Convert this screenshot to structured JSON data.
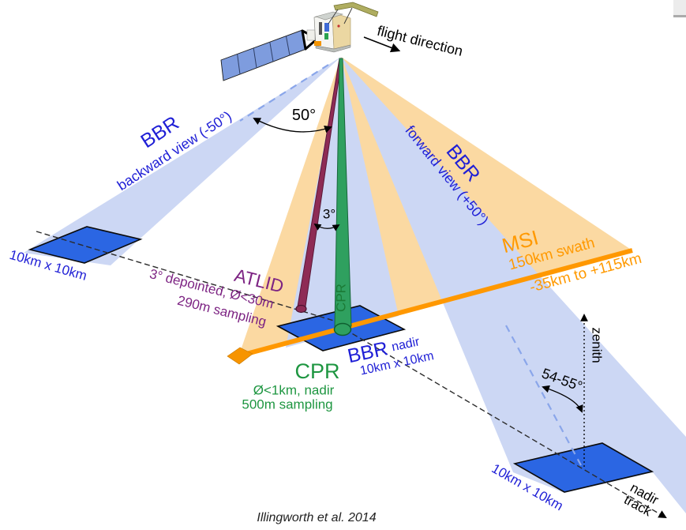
{
  "caption": "Illingworth et al. 2014",
  "satellite": {
    "flight_direction": "flight direction"
  },
  "bbr_backward": {
    "title": "BBR",
    "subtitle": "backward view (-50°)"
  },
  "bbr_forward": {
    "title": "BBR",
    "subtitle": "forward view (+50°)"
  },
  "bbr_nadir": {
    "title": "BBR",
    "subtitle": "nadir",
    "size": "10km x 10km"
  },
  "msi": {
    "title": "MSI",
    "subtitle": "150km swath",
    "range": "-35km to +115km"
  },
  "atlid": {
    "title": "ATLID",
    "detail1": "3° depointed, Ø<30m",
    "detail2": "290m sampling"
  },
  "cpr": {
    "beam_label": "CPR",
    "title": "CPR",
    "detail1": "Ø<1km, nadir",
    "detail2": "500m sampling"
  },
  "angles": {
    "backward_to_nadir": "50°",
    "atlid_depoint": "3°",
    "forward_off_zenith": "54-55°"
  },
  "footprints": {
    "left": "10km x 10km",
    "right": "10km x 10km"
  },
  "axes": {
    "zenith": "zenith",
    "nadir_track_line1": "nadir",
    "nadir_track_line2": "track"
  },
  "colors": {
    "beam_blue": "#ccd7f4",
    "beam_orange": "#fbd9a2",
    "swath_orange": "#ff9800",
    "footprint_blue": "#2b66e3",
    "atlid_maroon": "#8e2b55",
    "cpr_green": "#2fa05f",
    "label_blue": "#1f1fd6",
    "label_orange": "#ff9900",
    "label_purple": "#7d2483",
    "label_green": "#1e9641"
  }
}
